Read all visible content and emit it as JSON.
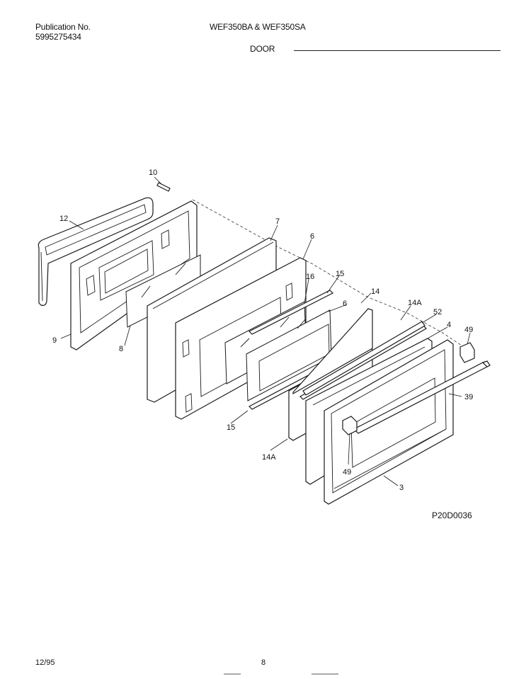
{
  "header": {
    "publication_label": "Publication No.",
    "publication_number": "5995275434",
    "models": "WEF350BA & WEF350SA",
    "section": "DOOR"
  },
  "figure_id": "P20D0036",
  "callouts": {
    "c10": "10",
    "c12": "12",
    "c9": "9",
    "c8": "8",
    "c7": "7",
    "c6a": "6",
    "c16": "16",
    "c15a": "15",
    "c6b": "6",
    "c14": "14",
    "c14Aa": "14A",
    "c52": "52",
    "c4": "4",
    "c49a": "49",
    "c39": "39",
    "c15b": "15",
    "c14Ab": "14A",
    "c49b": "49",
    "c3": "3"
  },
  "footer": {
    "date": "12/95",
    "page": "8"
  }
}
